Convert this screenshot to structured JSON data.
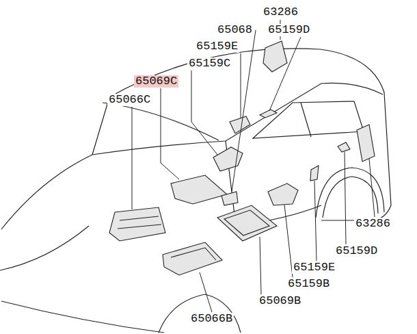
{
  "diagram": {
    "labels": [
      "63286",
      "65068",
      "65159D",
      "65159E",
      "65159C",
      "65069C",
      "65066C",
      "63286",
      "65159D",
      "65159E",
      "65159B",
      "65069B",
      "65066B"
    ]
  }
}
